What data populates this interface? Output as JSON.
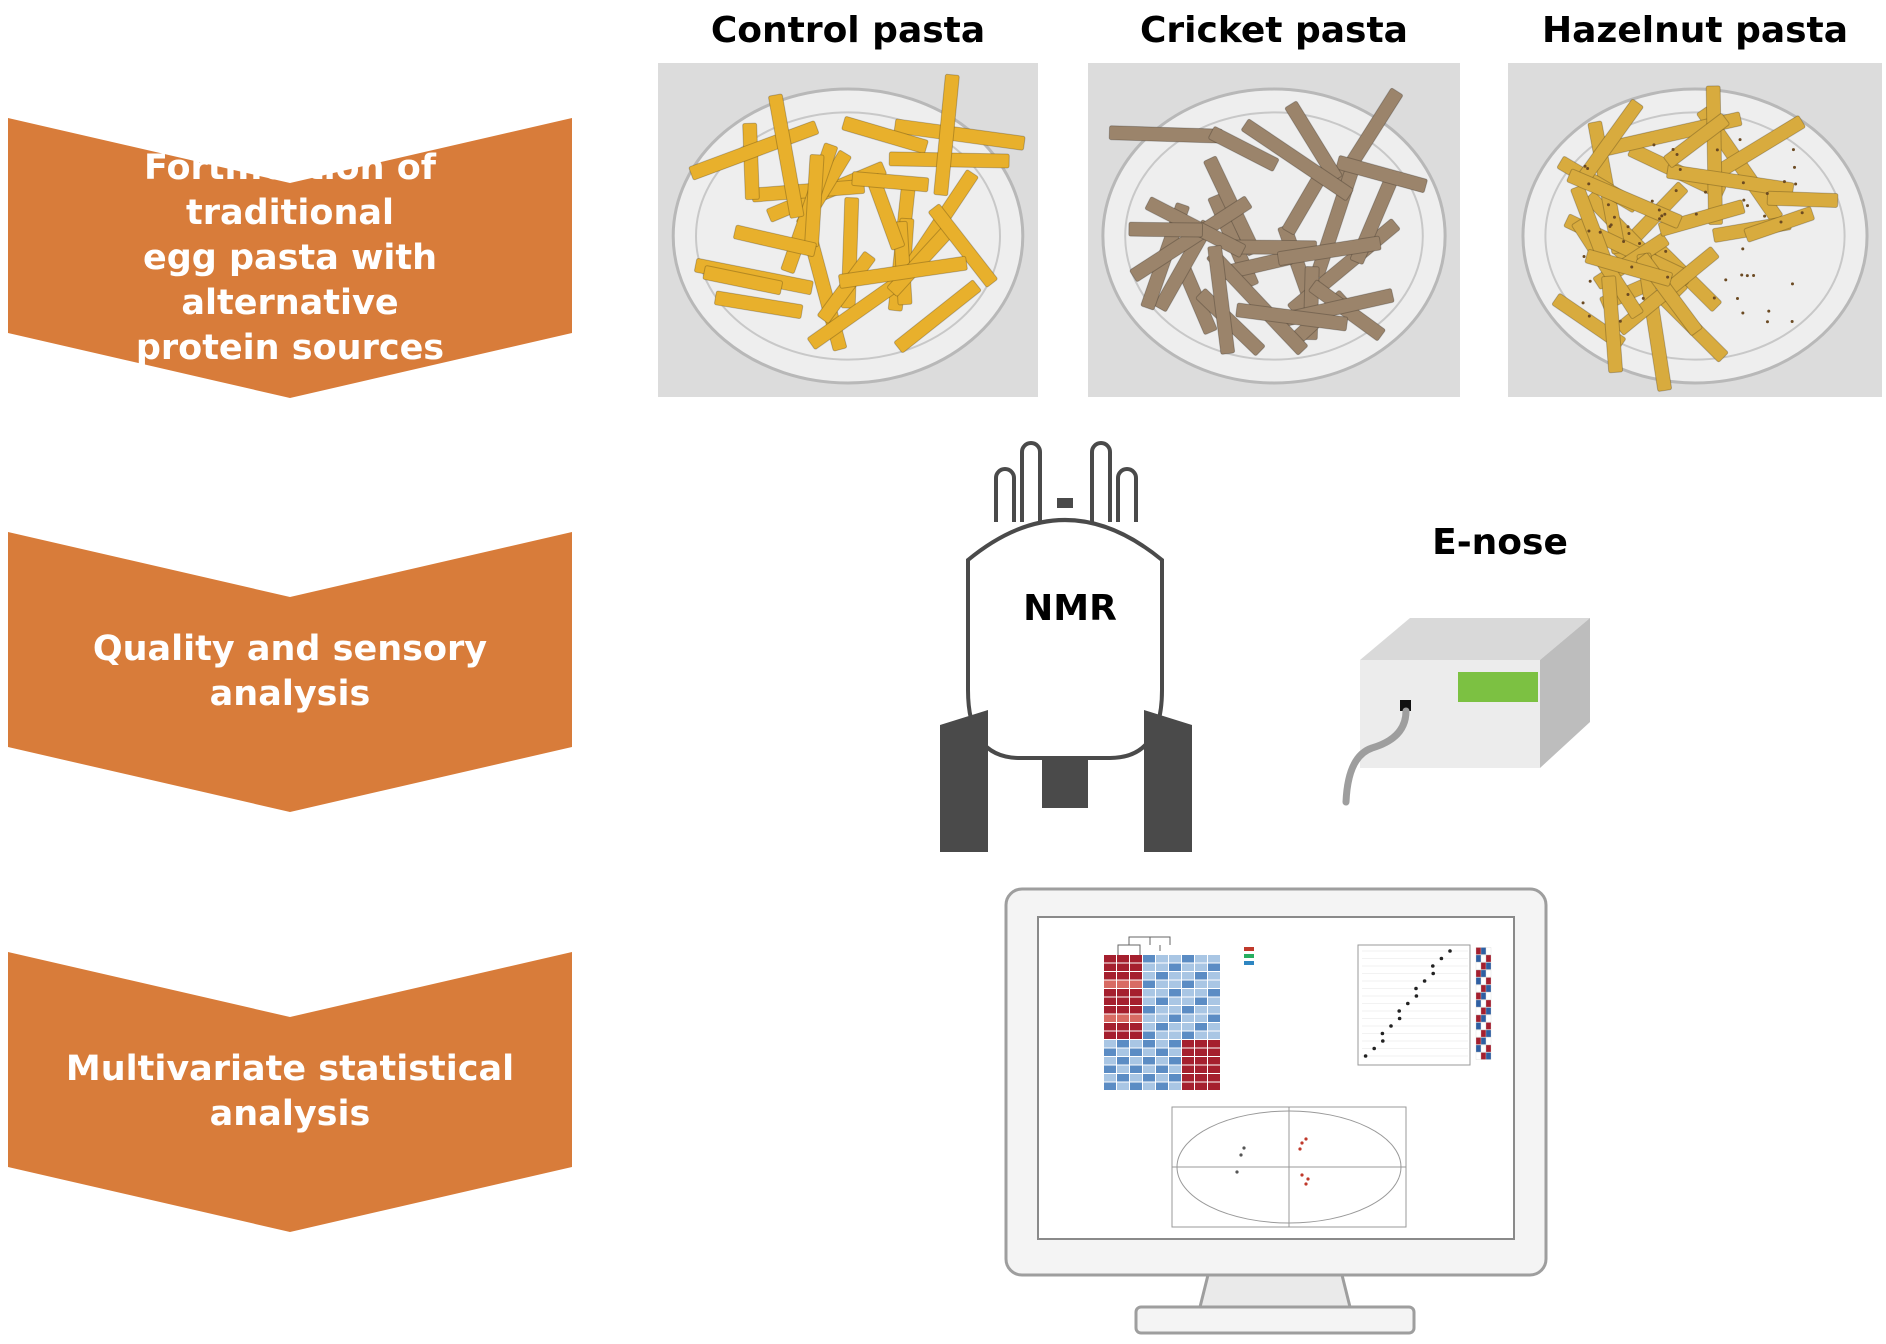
{
  "steps": [
    {
      "label": "Fortification of traditional\negg pasta with alternative\nprotein sources"
    },
    {
      "label": "Quality and sensory\nanalysis"
    },
    {
      "label": "Multivariate statistical\nanalysis"
    }
  ],
  "samples": [
    {
      "title": "Control pasta",
      "color": "#e8b02c"
    },
    {
      "title": "Cricket pasta",
      "color": "#9b846b"
    },
    {
      "title": "Hazelnut pasta",
      "color": "#d8ab3e"
    }
  ],
  "instruments": {
    "nmr_label": "NMR",
    "enose_label": "E-nose"
  },
  "colors": {
    "chevron": "#d87c3a",
    "instrument_dark": "#4a4a4a",
    "enose_display": "#7cc142"
  }
}
